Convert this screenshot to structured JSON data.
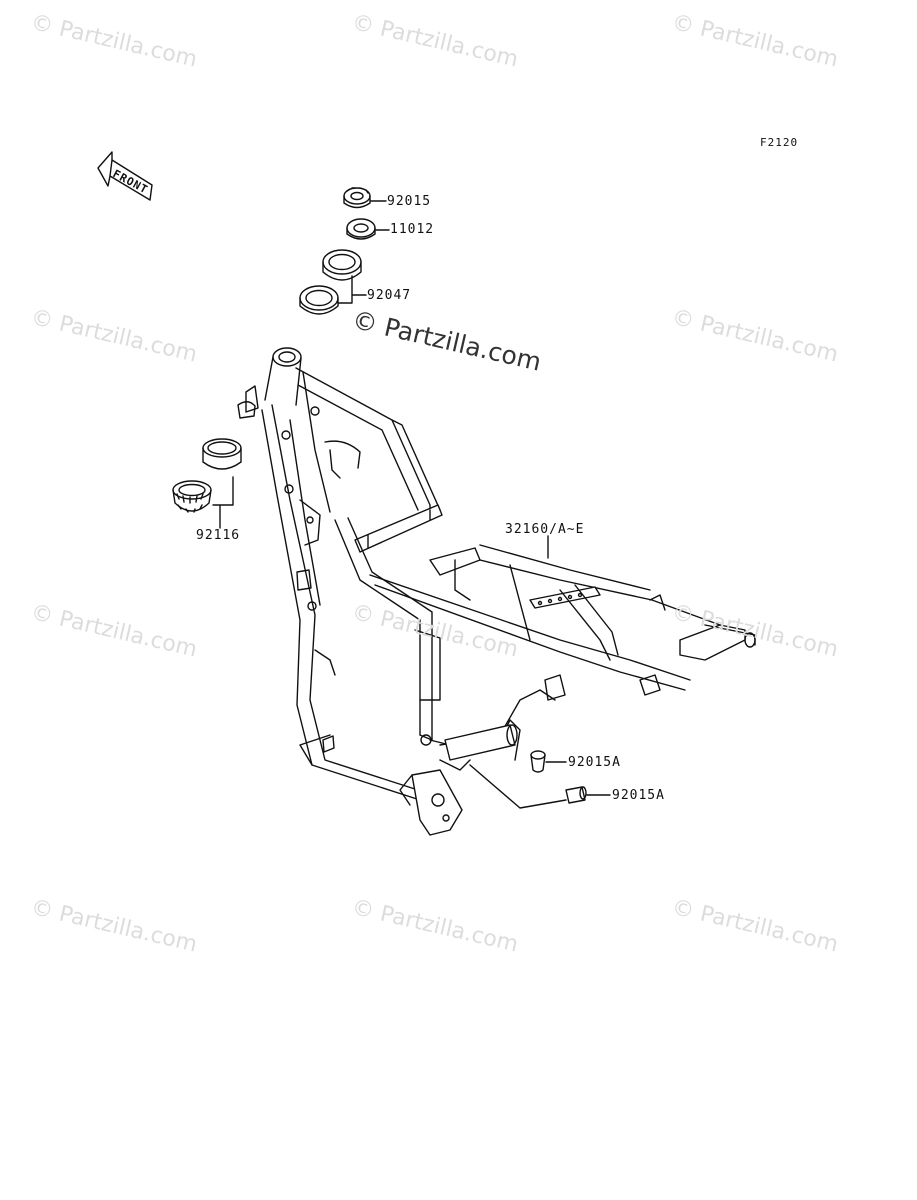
{
  "diagram": {
    "code": "F2120",
    "front_label": "FRONT",
    "watermark": "© Partzilla.com",
    "center_watermark": "© Partzilla.com",
    "parts": [
      {
        "id": "p1",
        "number": "92015"
      },
      {
        "id": "p2",
        "number": "11012"
      },
      {
        "id": "p3",
        "number": "92047"
      },
      {
        "id": "p4",
        "number": "92116"
      },
      {
        "id": "p5",
        "number": "32160/A~E"
      },
      {
        "id": "p6",
        "number": "92015A"
      },
      {
        "id": "p7",
        "number": "92015A"
      }
    ]
  }
}
